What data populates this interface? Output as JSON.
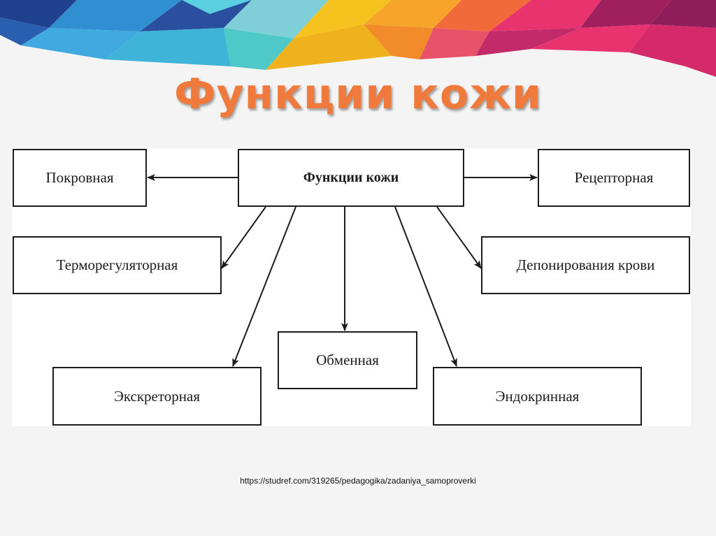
{
  "title": "Функции кожи",
  "diagram": {
    "root": "Функции кожи",
    "nodes": [
      {
        "id": "pokrovnaya",
        "label": "Покровная"
      },
      {
        "id": "receptornaya",
        "label": "Рецепторная"
      },
      {
        "id": "termoregulyatornaya",
        "label": "Терморегуляторная"
      },
      {
        "id": "deponirovaniya",
        "label": "Депонирования крови"
      },
      {
        "id": "obmennaya",
        "label": "Обменная"
      },
      {
        "id": "ekskretornaya",
        "label": "Экскреторная"
      },
      {
        "id": "endokrinnaya",
        "label": "Эндокринная"
      }
    ]
  },
  "source": "https://studref.com/319265/pedagogika/zadaniya_samoproverki",
  "colors": {
    "title": "#f07a3c",
    "banner": [
      "#1f3f8f",
      "#3fb3d8",
      "#4fc8c8",
      "#f0b21c",
      "#f28b2a",
      "#e9336f",
      "#8e1f5c"
    ]
  }
}
